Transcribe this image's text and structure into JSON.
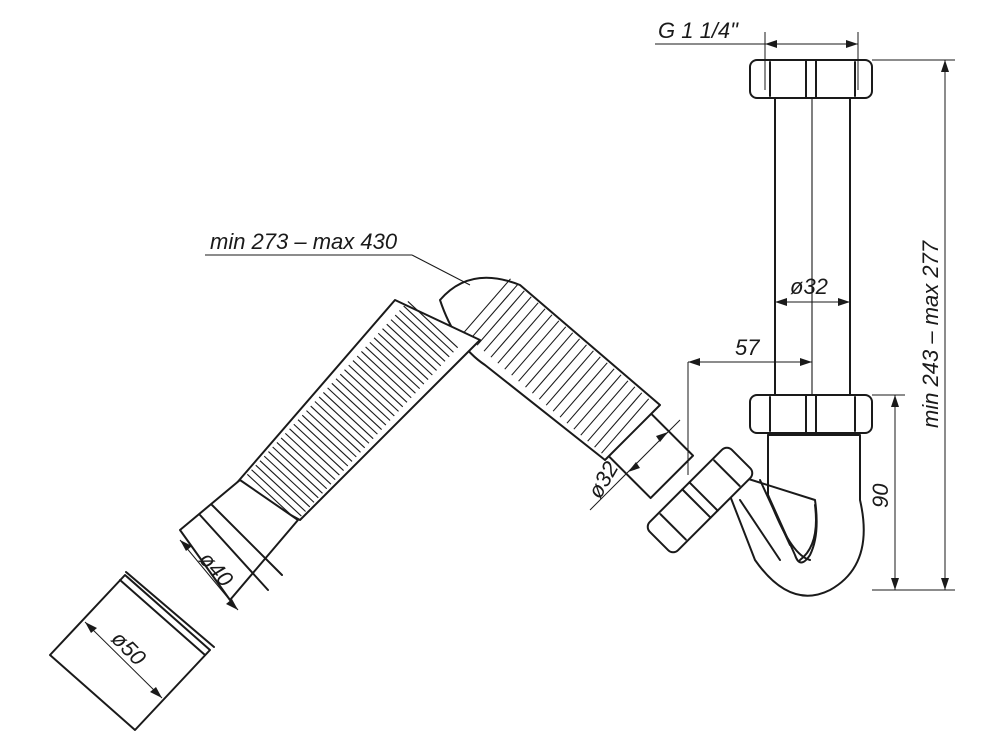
{
  "dimensions": {
    "thread": "G 1 1/4\"",
    "flex_length": "min 273 – max 430",
    "height_total": "min 243 – max 277",
    "pipe_diameter": "ø32",
    "offset": "57",
    "inlet_diameter": "ø32",
    "trap_depth": "90",
    "outlet_diameter_small": "ø40",
    "outlet_diameter_large": "ø50"
  },
  "colors": {
    "line": "#1a1a1a",
    "background": "#ffffff"
  }
}
